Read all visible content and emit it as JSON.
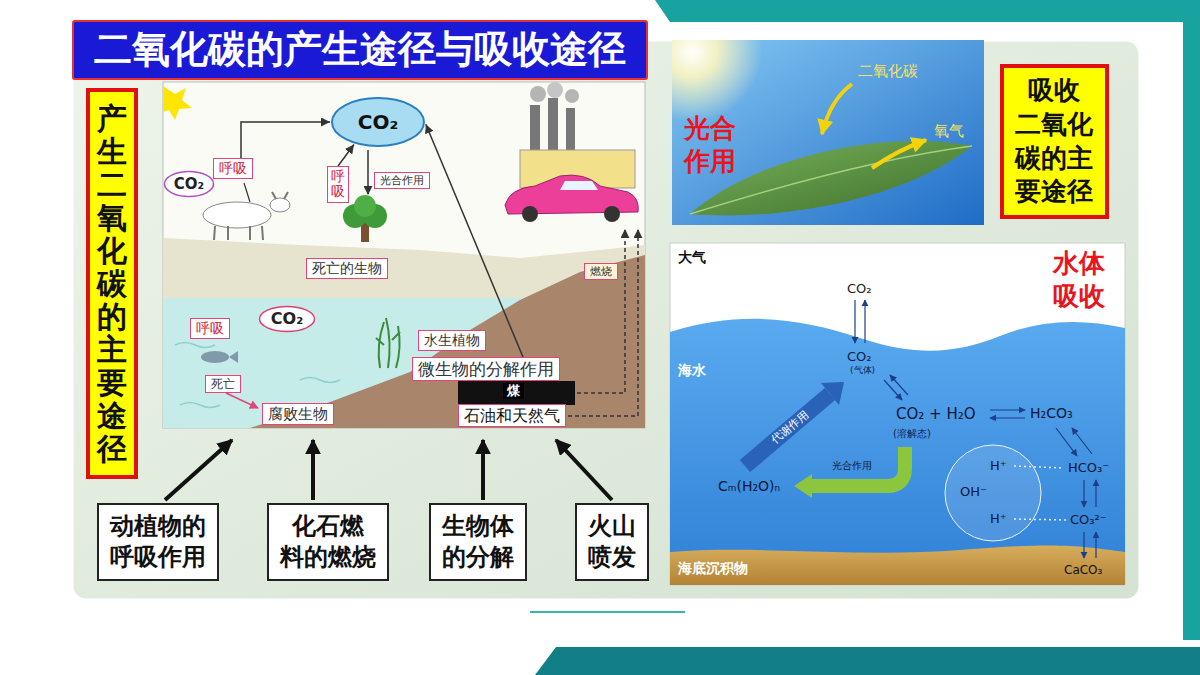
{
  "diagram": {
    "title": "二氧化碳的产生途径与吸收途径",
    "nodes": [
      {
        "text": [
          "产生二氧化碳的主要途径"
        ]
      },
      {
        "text": [
          "CO₂"
        ]
      },
      {
        "text": [
          "CO₂"
        ]
      },
      {
        "text": [
          "呼吸"
        ]
      },
      {
        "text": [
          "呼吸"
        ]
      },
      {
        "text": [
          "光合作用"
        ]
      },
      {
        "text": [
          "死亡的生物"
        ]
      },
      {
        "text": [
          "燃烧"
        ]
      },
      {
        "text": [
          "呼吸"
        ]
      },
      {
        "text": [
          "CO₂"
        ]
      },
      {
        "text": [
          "水生植物"
        ]
      },
      {
        "text": [
          "死亡"
        ]
      },
      {
        "text": [
          "微生物的分解作用"
        ]
      },
      {
        "text": [
          "煤"
        ]
      },
      {
        "text": [
          "腐败生物"
        ]
      },
      {
        "text": [
          "石油和天然气"
        ]
      },
      {
        "text": [
          "动植物的 呼吸作用"
        ]
      },
      {
        "text": [
          "化石燃 料的燃烧"
        ]
      },
      {
        "text": [
          "生物体 的分解"
        ]
      },
      {
        "text": [
          "火山 喷发"
        ]
      },
      {
        "text": [
          "吸收 二氧化 碳的主 要途径"
        ]
      }
    ],
    "edges": [
      {
        "from": 3,
        "to": 1,
        "arrow": "to"
      },
      {
        "from": 4,
        "to": 1,
        "arrow": "to"
      },
      {
        "from": 12,
        "to": 1,
        "arrow": "to"
      }
    ],
    "labels": [
      "光合 作用",
      "二氧化碳",
      "氧气",
      "大气",
      "水体 吸收",
      "海水",
      "CO₂",
      "CO₂",
      "(气体)",
      "CO₂ + H₂O",
      "(溶解态)",
      "H₂CO₃",
      "代谢作用",
      "光合作用",
      "Cₘ(H₂O)ₙ",
      "H⁺",
      "HCO₃⁻",
      "OH⁻",
      "H⁺",
      "CO₃²⁻",
      "CaCO₃",
      "海底沉积物"
    ]
  }
}
